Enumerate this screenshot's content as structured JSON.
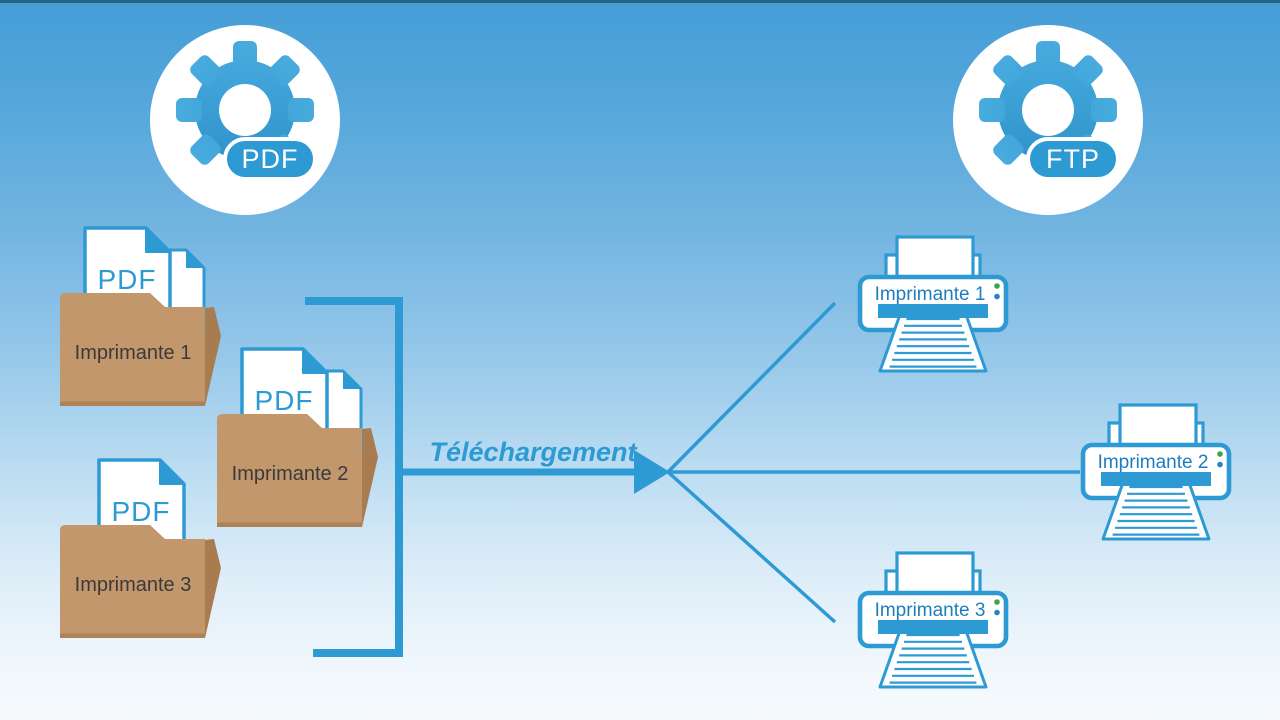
{
  "pdf_engine": {
    "badge": "PDF"
  },
  "ftp_engine": {
    "badge": "FTP"
  },
  "folders": [
    {
      "label": "Imprimante 1",
      "doc_badge": "PDF"
    },
    {
      "label": "Imprimante 2",
      "doc_badge": "PDF"
    },
    {
      "label": "Imprimante 3",
      "doc_badge": "PDF"
    }
  ],
  "flow": {
    "arrow_label": "Téléchargement"
  },
  "printers": [
    {
      "label": "Imprimante 1"
    },
    {
      "label": "Imprimante 2"
    },
    {
      "label": "Imprimante 3"
    }
  ],
  "colors": {
    "accent": "#2E9AD4",
    "bg_top": "#469ED7",
    "bg_bottom": "#F6FAFD",
    "top_edge": "#226681",
    "folder_front": "#C2976B",
    "folder_back": "#A97C50",
    "folder_label": "#3A3A3C",
    "printer_label": "#1E7DBD",
    "status_green": "#3AA54A",
    "status_blue": "#2283C5"
  }
}
